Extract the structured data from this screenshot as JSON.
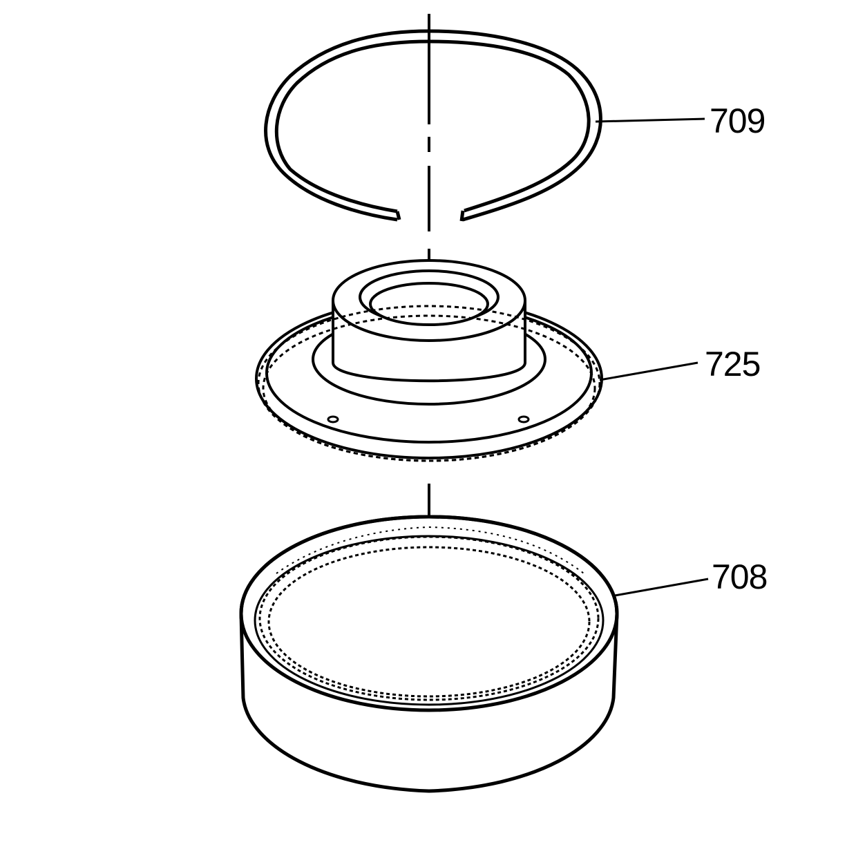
{
  "diagram": {
    "type": "exploded-view",
    "subject": "planetary ring gear assembly",
    "colors": {
      "line": "#000000",
      "background": "#ffffff"
    },
    "callouts": [
      {
        "id": "709",
        "label": "709",
        "part": "snap ring"
      },
      {
        "id": "725",
        "label": "725",
        "part": "gear hub with external teeth"
      },
      {
        "id": "708",
        "label": "708",
        "part": "internal ring gear"
      }
    ]
  }
}
